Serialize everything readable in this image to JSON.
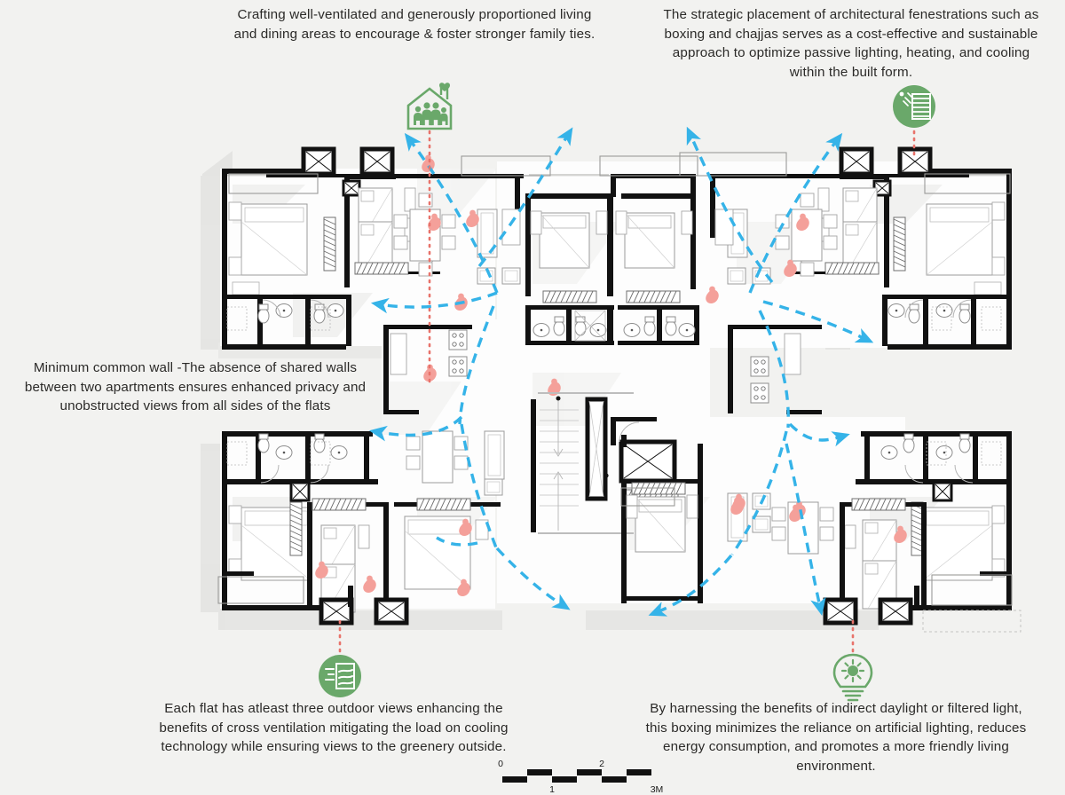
{
  "diagram": {
    "title": "Apartment typical floor plan — passive design annotation diagram",
    "background_color": "#f2f2f0",
    "accent_colors": {
      "airflow_arrow": "#35b3e8",
      "icon_green": "#6aa86a",
      "icon_green_dark": "#5e9a5e",
      "leader_dotted": "#e8736b",
      "human_figure": "#f4a09a",
      "wall_black": "#111111",
      "furniture_line": "#9b9b9b",
      "shadow_gray": "#d8d8d6"
    }
  },
  "callouts": {
    "living": {
      "id": "living-dining",
      "text": "Crafting well-ventilated and generously proportioned living\nand dining areas to encourage & foster stronger family ties.",
      "icon": "family-house-icon",
      "icon_style": "outline"
    },
    "fenestration": {
      "id": "fenestration",
      "text": "The strategic placement of architectural fenestrations such as\nboxing and chajjas serves as a cost-effective and sustainable\napproach to optimize passive lighting, heating, and cooling\nwithin the built form.",
      "icon": "louver-window-sun-icon",
      "icon_style": "filled"
    },
    "common_wall": {
      "id": "minimum-common-wall",
      "text": "Minimum common wall -The absence of shared walls\nbetween two apartments ensures enhanced privacy and\nunobstructed views from all sides of the flats",
      "icon": null,
      "icon_style": null
    },
    "outdoor_views": {
      "id": "outdoor-views",
      "text": "Each flat has atleast three outdoor views enhancing the\nbenefits of cross ventilation mitigating the load on cooling\ntechnology while ensuring views to the greenery outside.",
      "icon": "window-airflow-icon",
      "icon_style": "filled"
    },
    "daylight": {
      "id": "indirect-daylight",
      "text": "By harnessing the benefits of indirect  daylight or filtered light,\nthis boxing minimizes the  reliance on artificial lighting, reduces\nenergy consumption, and promotes a more friendly living\nenvironment.",
      "icon": "lightbulb-sun-icon",
      "icon_style": "outline"
    }
  },
  "scale_bar": {
    "name": "graphic-scale-bar",
    "ticks": [
      "0",
      "1",
      "2",
      "3M"
    ],
    "unit": "M",
    "segments": 6
  },
  "plan": {
    "rooms": [
      "bedroom",
      "master-bedroom",
      "toilet",
      "living-dining",
      "kitchen",
      "utility",
      "lift-lobby",
      "staircase",
      "lift",
      "balcony"
    ],
    "legend_elements": [
      {
        "name": "airflow-arrow",
        "description": "blue dashed cross-ventilation arrow"
      },
      {
        "name": "human-figure",
        "description": "pink occupant silhouette"
      },
      {
        "name": "leader-line",
        "description": "red dotted callout leader"
      }
    ]
  }
}
